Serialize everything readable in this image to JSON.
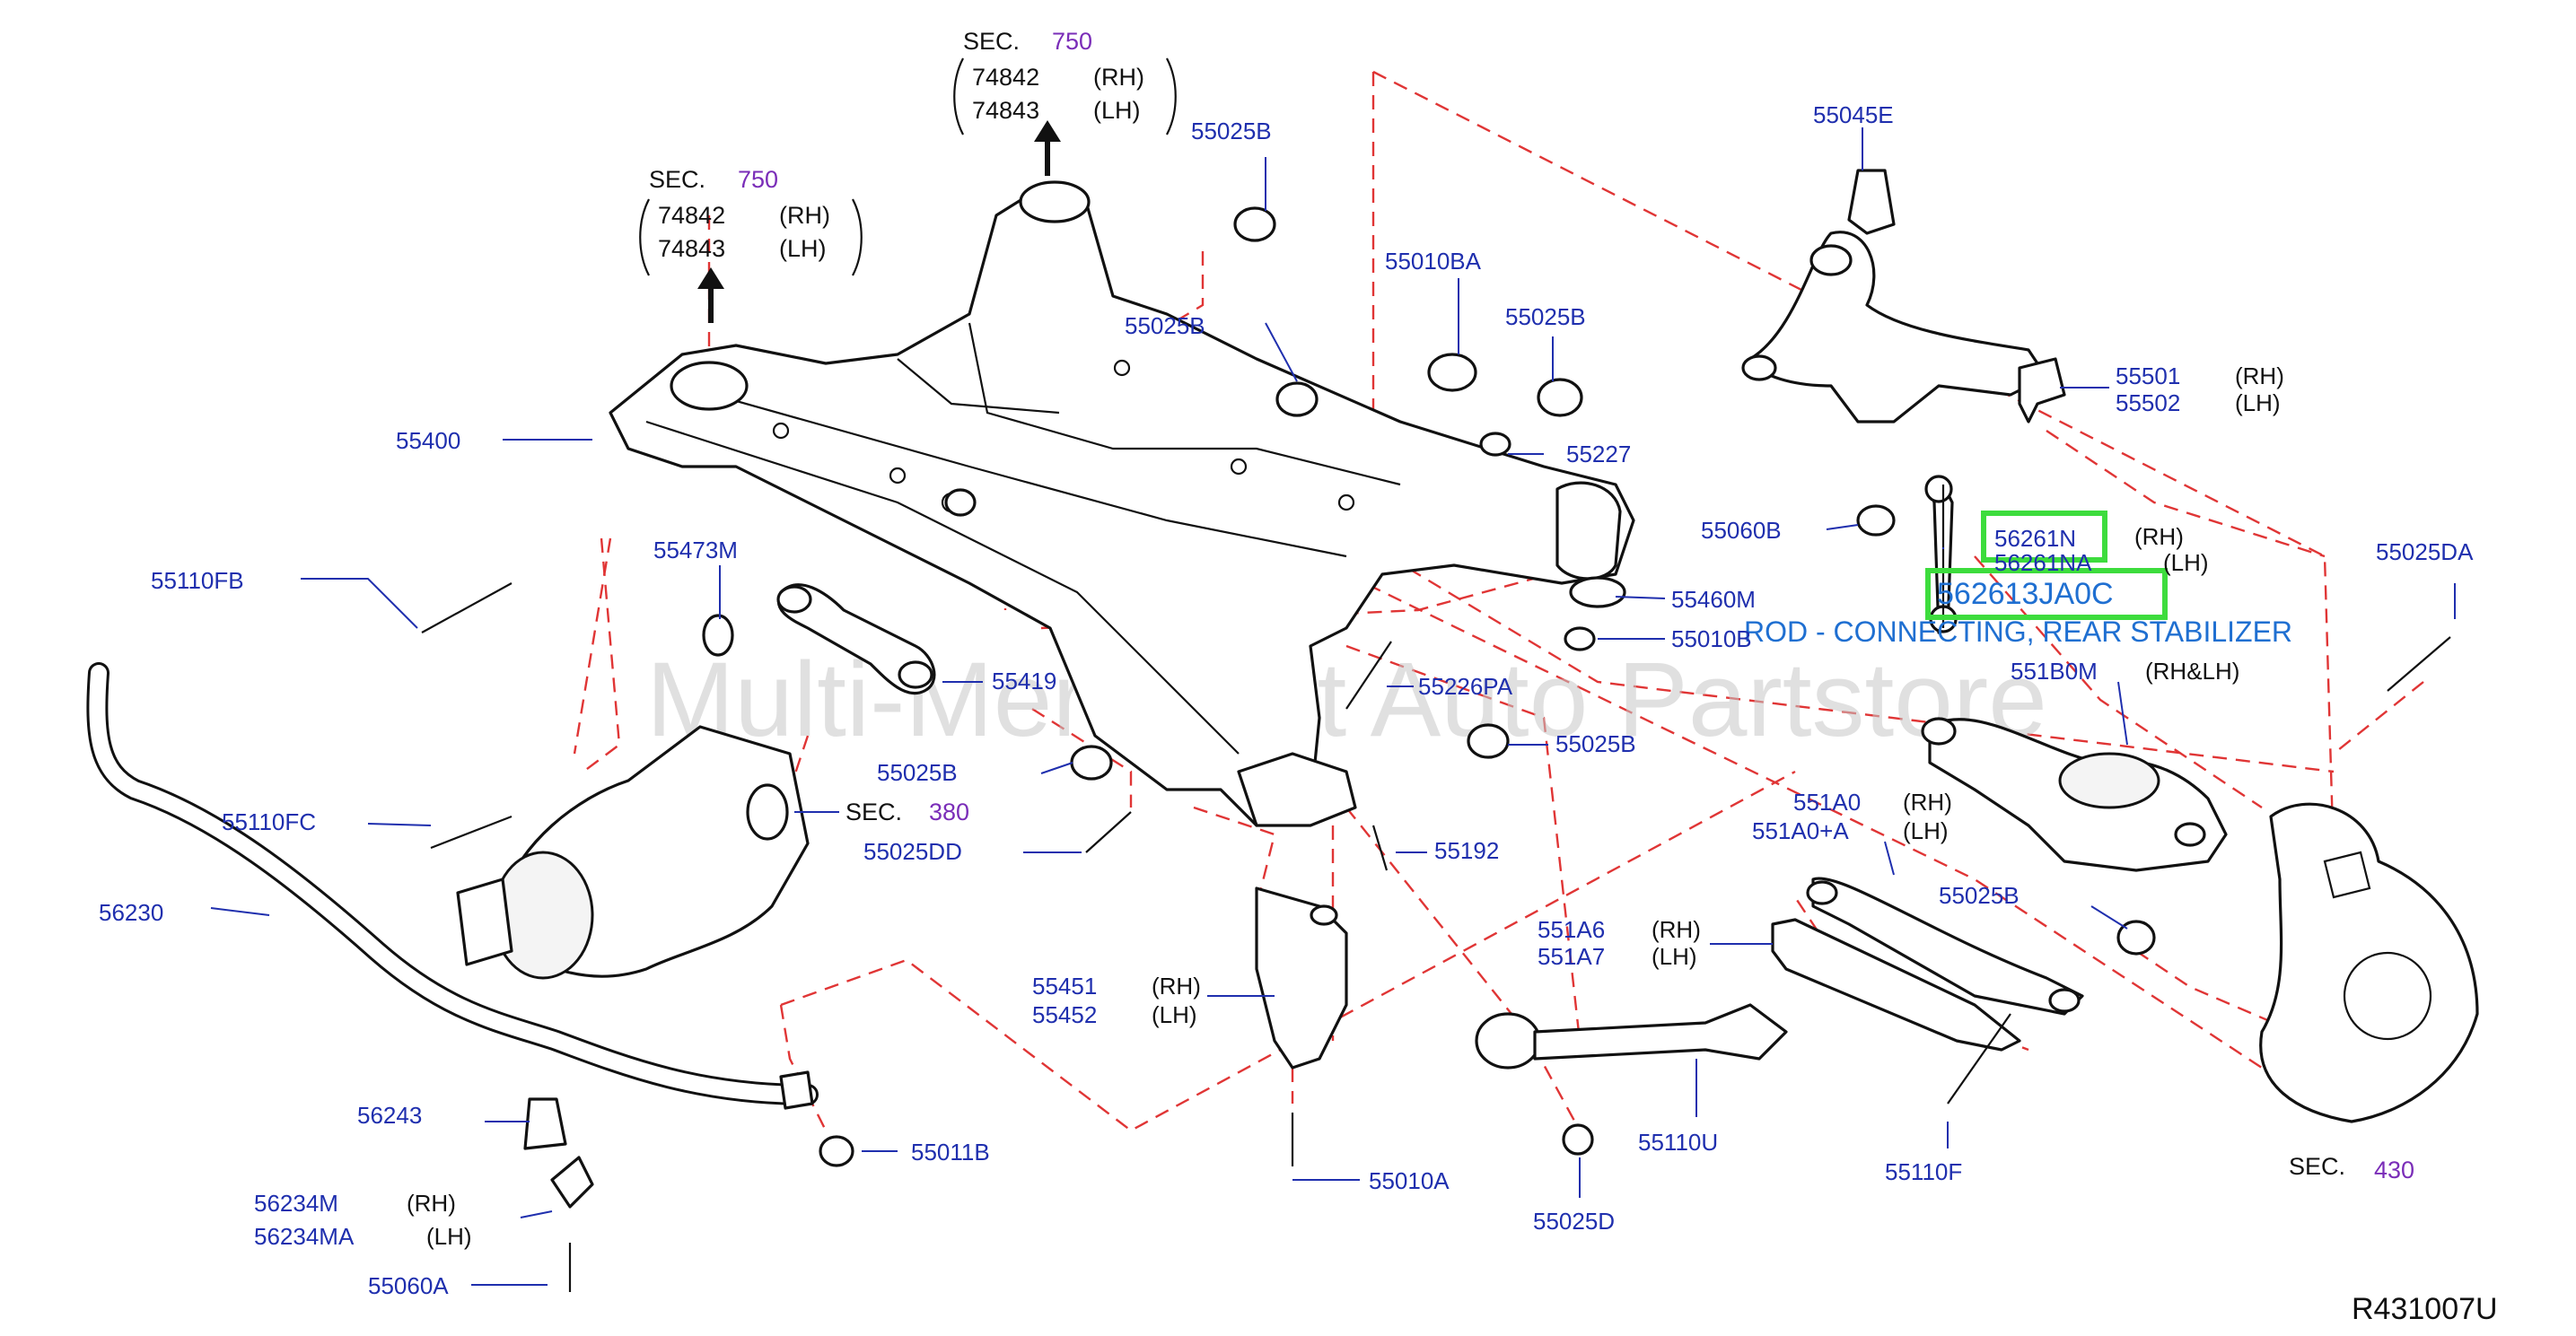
{
  "diagram": {
    "watermark": "Multi-Merchant Auto Partstore",
    "reference": "R431007U",
    "sections": [
      {
        "label": "SEC.",
        "number": "750",
        "parts": [
          {
            "no": "74842",
            "side": "(RH)"
          },
          {
            "no": "74843",
            "side": "(LH)"
          }
        ]
      },
      {
        "label": "SEC.",
        "number": "750",
        "parts": [
          {
            "no": "74842",
            "side": "(RH)"
          },
          {
            "no": "74843",
            "side": "(LH)"
          }
        ]
      },
      {
        "label": "SEC.",
        "number": "380"
      },
      {
        "label": "SEC.",
        "number": "430"
      }
    ],
    "highlighted": {
      "part_number": "562613JA0C",
      "description": "ROD - CONNECTING, REAR STABILIZER",
      "box1_part": "56261N",
      "box1_side": "(RH)",
      "box1_part_lh": "56261NA",
      "box1_side_lh": "(LH)",
      "highlight_color": "#3ddc3d",
      "text_color": "#1f6fd1"
    },
    "labels": [
      {
        "id": "p55025b_top",
        "text": "55025B"
      },
      {
        "id": "p55045e",
        "text": "55045E"
      },
      {
        "id": "p55010ba",
        "text": "55010BA"
      },
      {
        "id": "p55025b_2",
        "text": "55025B"
      },
      {
        "id": "p55025b_3",
        "text": "55025B"
      },
      {
        "id": "p55501",
        "text": "55501",
        "side": "(RH)"
      },
      {
        "id": "p55502",
        "text": "55502",
        "side": "(LH)"
      },
      {
        "id": "p55400",
        "text": "55400"
      },
      {
        "id": "p55227",
        "text": "55227"
      },
      {
        "id": "p55060b",
        "text": "55060B"
      },
      {
        "id": "p55025da",
        "text": "55025DA"
      },
      {
        "id": "p55473m",
        "text": "55473M"
      },
      {
        "id": "p55110fb",
        "text": "55110FB"
      },
      {
        "id": "p55460m",
        "text": "55460M"
      },
      {
        "id": "p55010b",
        "text": "55010B"
      },
      {
        "id": "p55419",
        "text": "55419"
      },
      {
        "id": "p55226pa",
        "text": "55226PA"
      },
      {
        "id": "p551b0m",
        "text": "551B0M",
        "side": "(RH&LH)"
      },
      {
        "id": "p55025b_4",
        "text": "55025B"
      },
      {
        "id": "p55025b_5",
        "text": "55025B"
      },
      {
        "id": "p551a0",
        "text": "551A0",
        "side": "(RH)"
      },
      {
        "id": "p551a0a",
        "text": "551A0+A",
        "side": "(LH)"
      },
      {
        "id": "p55110fc",
        "text": "55110FC"
      },
      {
        "id": "p55025dd",
        "text": "55025DD"
      },
      {
        "id": "p55192",
        "text": "55192"
      },
      {
        "id": "p55025b_6",
        "text": "55025B"
      },
      {
        "id": "p56230",
        "text": "56230"
      },
      {
        "id": "p551a6",
        "text": "551A6",
        "side": "(RH)"
      },
      {
        "id": "p551a7",
        "text": "551A7",
        "side": "(LH)"
      },
      {
        "id": "p55451",
        "text": "55451",
        "side": "(RH)"
      },
      {
        "id": "p55452",
        "text": "55452",
        "side": "(LH)"
      },
      {
        "id": "p56243",
        "text": "56243"
      },
      {
        "id": "p55011b",
        "text": "55011B"
      },
      {
        "id": "p55110u",
        "text": "55110U"
      },
      {
        "id": "p56234m",
        "text": "56234M",
        "side": "(RH)"
      },
      {
        "id": "p56234ma",
        "text": "56234MA",
        "side": "(LH)"
      },
      {
        "id": "p55010a",
        "text": "55010A"
      },
      {
        "id": "p55110f",
        "text": "55110F"
      },
      {
        "id": "p55025d",
        "text": "55025D"
      },
      {
        "id": "p55060a",
        "text": "55060A"
      }
    ]
  }
}
